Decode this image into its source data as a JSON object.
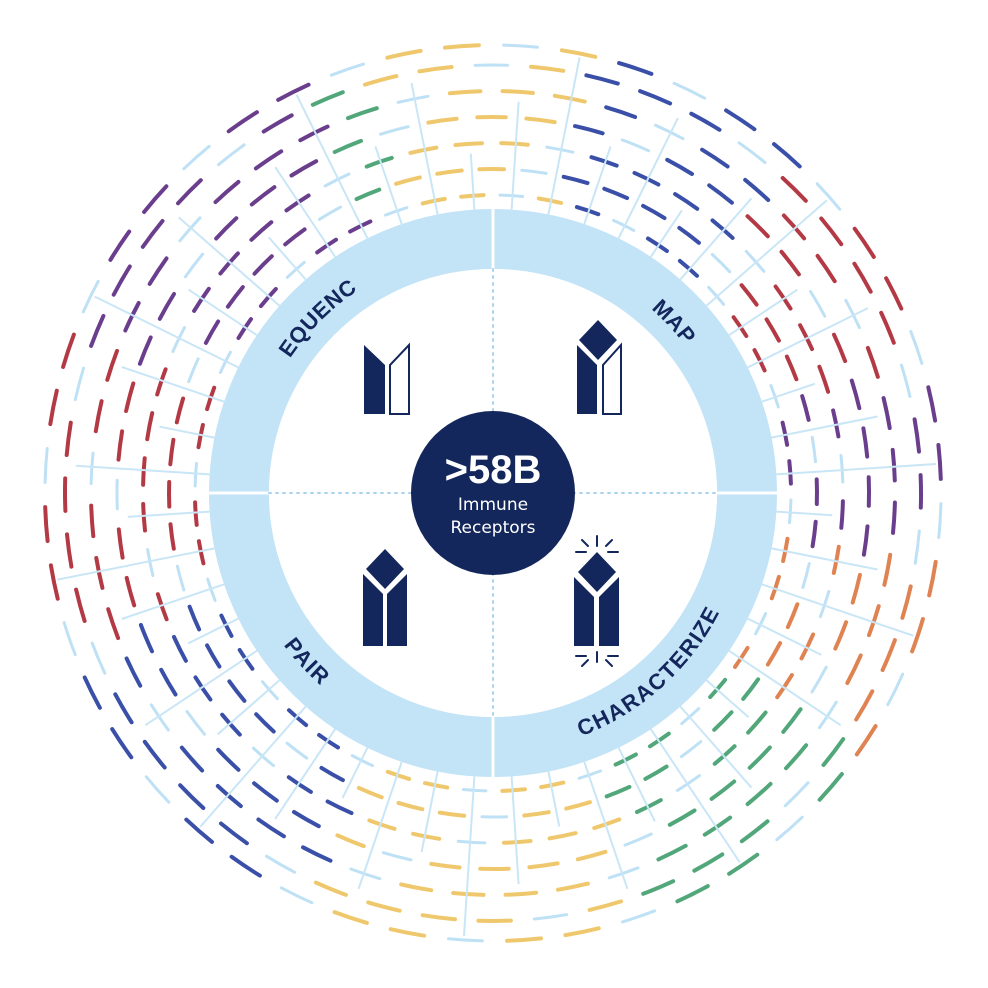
{
  "hub": {
    "value": ">58B",
    "line1": "Immune",
    "line2": "Receptors"
  },
  "quadrants": [
    {
      "id": "sequence",
      "label": "SEQUENCE",
      "icon": "receptor-outline-icon"
    },
    {
      "id": "map",
      "label": "MAP",
      "icon": "receptor-mapped-icon"
    },
    {
      "id": "pair",
      "label": "PAIR",
      "icon": "receptor-paired-icon"
    },
    {
      "id": "characterize",
      "label": "CHARACTERIZE",
      "icon": "receptor-characterized-icon"
    }
  ],
  "colors": {
    "navy": "#14275c",
    "ring": "#c3e3f7",
    "spoke": "#c9e6f6",
    "dash_light": "#bfe1f5",
    "dotted": "#a9d3ee",
    "purple": "#6a3e8c",
    "red": "#b33a45",
    "blue": "#3a4fa8",
    "yellow": "#efc86e",
    "green": "#52a77a",
    "orange": "#e08352"
  }
}
